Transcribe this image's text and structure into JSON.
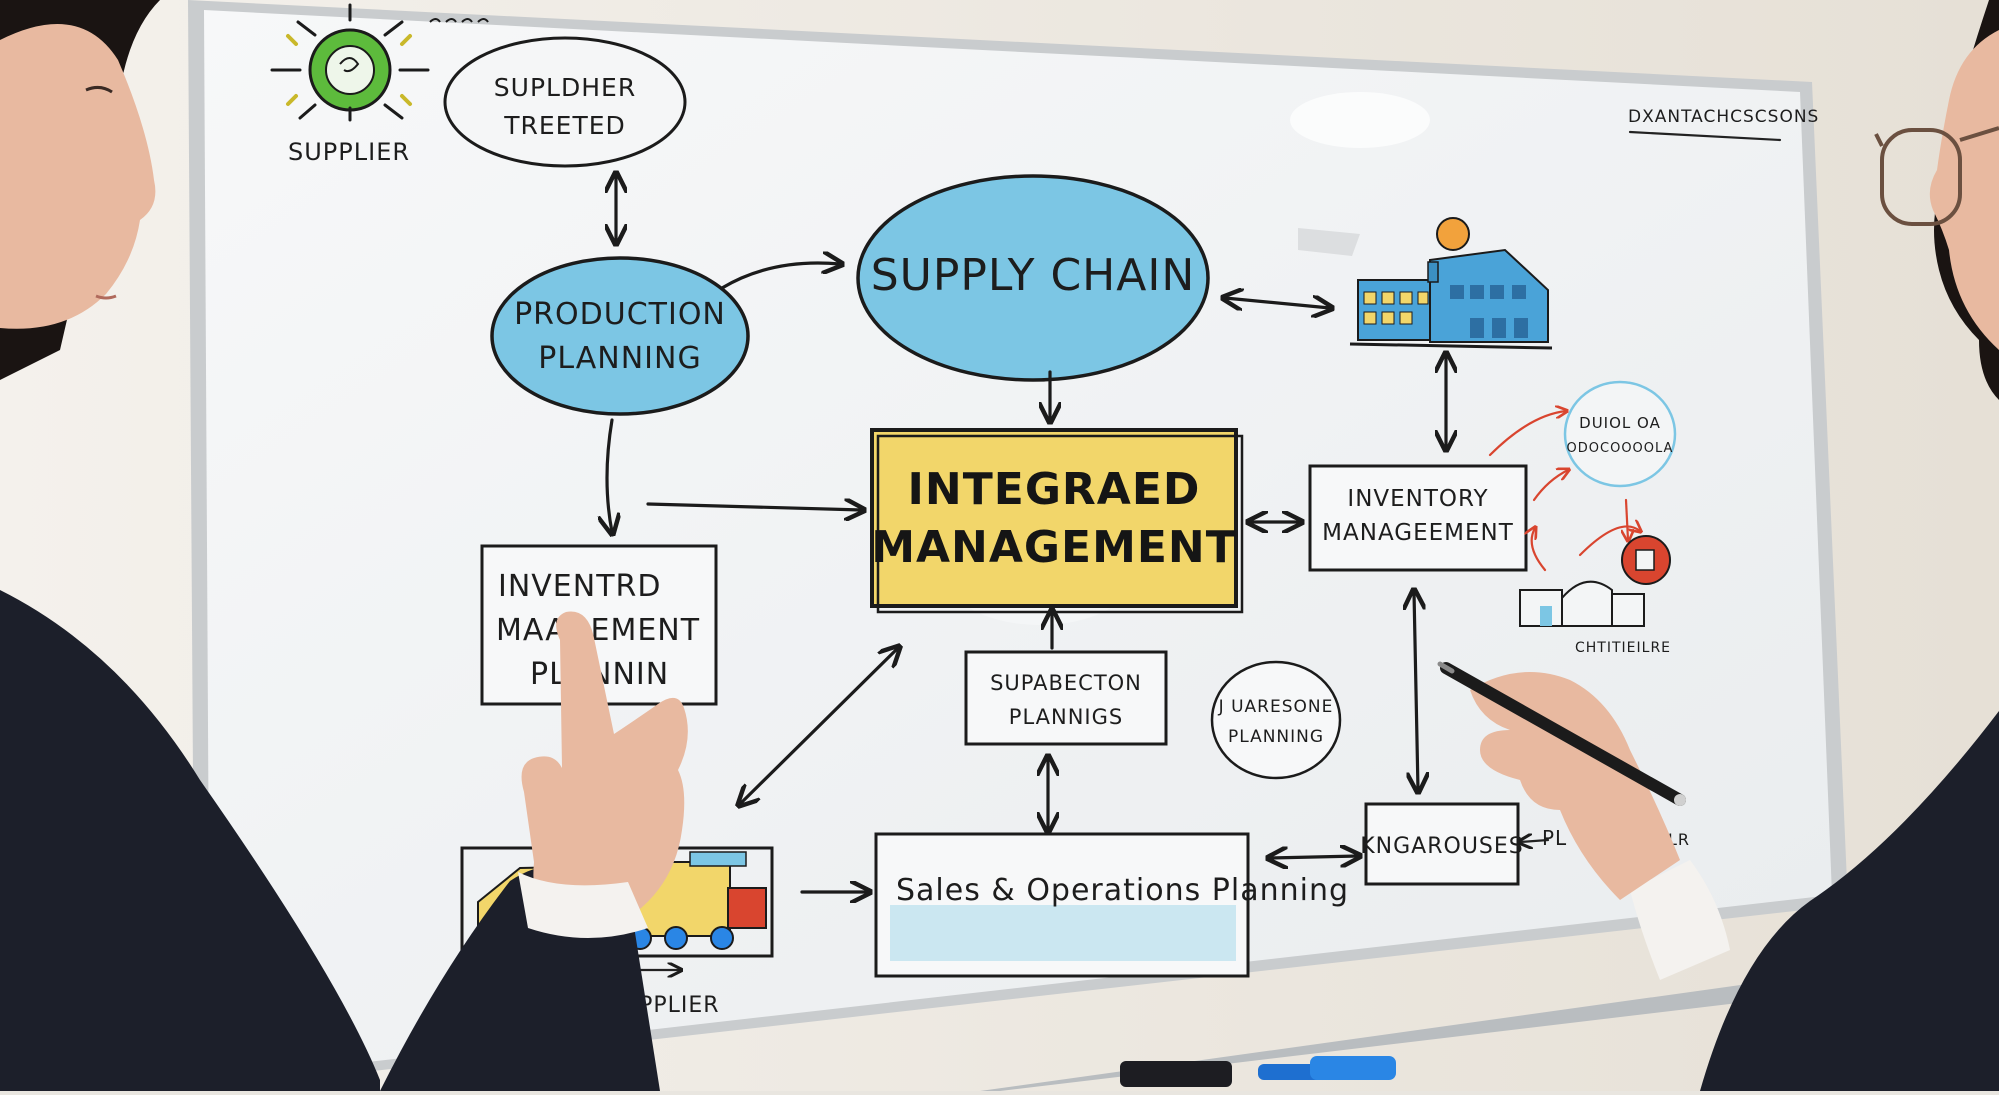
{
  "whiteboard": {
    "corner_label": "DXANTACHCSCSONS",
    "supplier_top_label": "SUPPLIER",
    "supplier_treated": [
      "SUPLDHER",
      "TREETED"
    ],
    "production_planning": [
      "PRODUCTION",
      "PLANNING"
    ],
    "supply_chain": "SUPPLY CHAIN",
    "integrated_management": [
      "INTEGRAED",
      "MANAGEMENT"
    ],
    "inventory_management_right": [
      "INVENTORY",
      "MANAGEEMENT"
    ],
    "inventory_management_left": [
      "INVENTRD",
      "MAAGEMENT",
      "PLANNIN"
    ],
    "subsection_planning": [
      "SUPABECTON",
      "PLANNIGS"
    ],
    "warehouse_planning": [
      "J UARESONE",
      "PLANNING"
    ],
    "sales_operations": "Sales & Operations Planning",
    "warehouses": "KNGAROUSES",
    "supplier_bottom_label": "UPPLIER",
    "red_bubble": [
      "DUIOL OA",
      "ODOCOOOOLA"
    ],
    "small_warehouse_label": "CHTITIEILRE",
    "side_label_pl": "PL",
    "side_label_lr": "LR"
  },
  "colors": {
    "board": "#f2f4f5",
    "frame": "#c9ccce",
    "blue_fill": "#7cc6e4",
    "yellow_fill": "#f2d66a",
    "green_fill": "#5dbb3c",
    "red_accent": "#d9452f",
    "ink": "#1b1b1b",
    "suit": "#1c1f2a",
    "skin": "#e8b9a0"
  },
  "icons": [
    "sun-icon",
    "factory-icon",
    "truck-icon",
    "warehouse-icon",
    "fire-extinguisher-icon",
    "marker-icon",
    "eraser-icon",
    "glasses-icon"
  ]
}
